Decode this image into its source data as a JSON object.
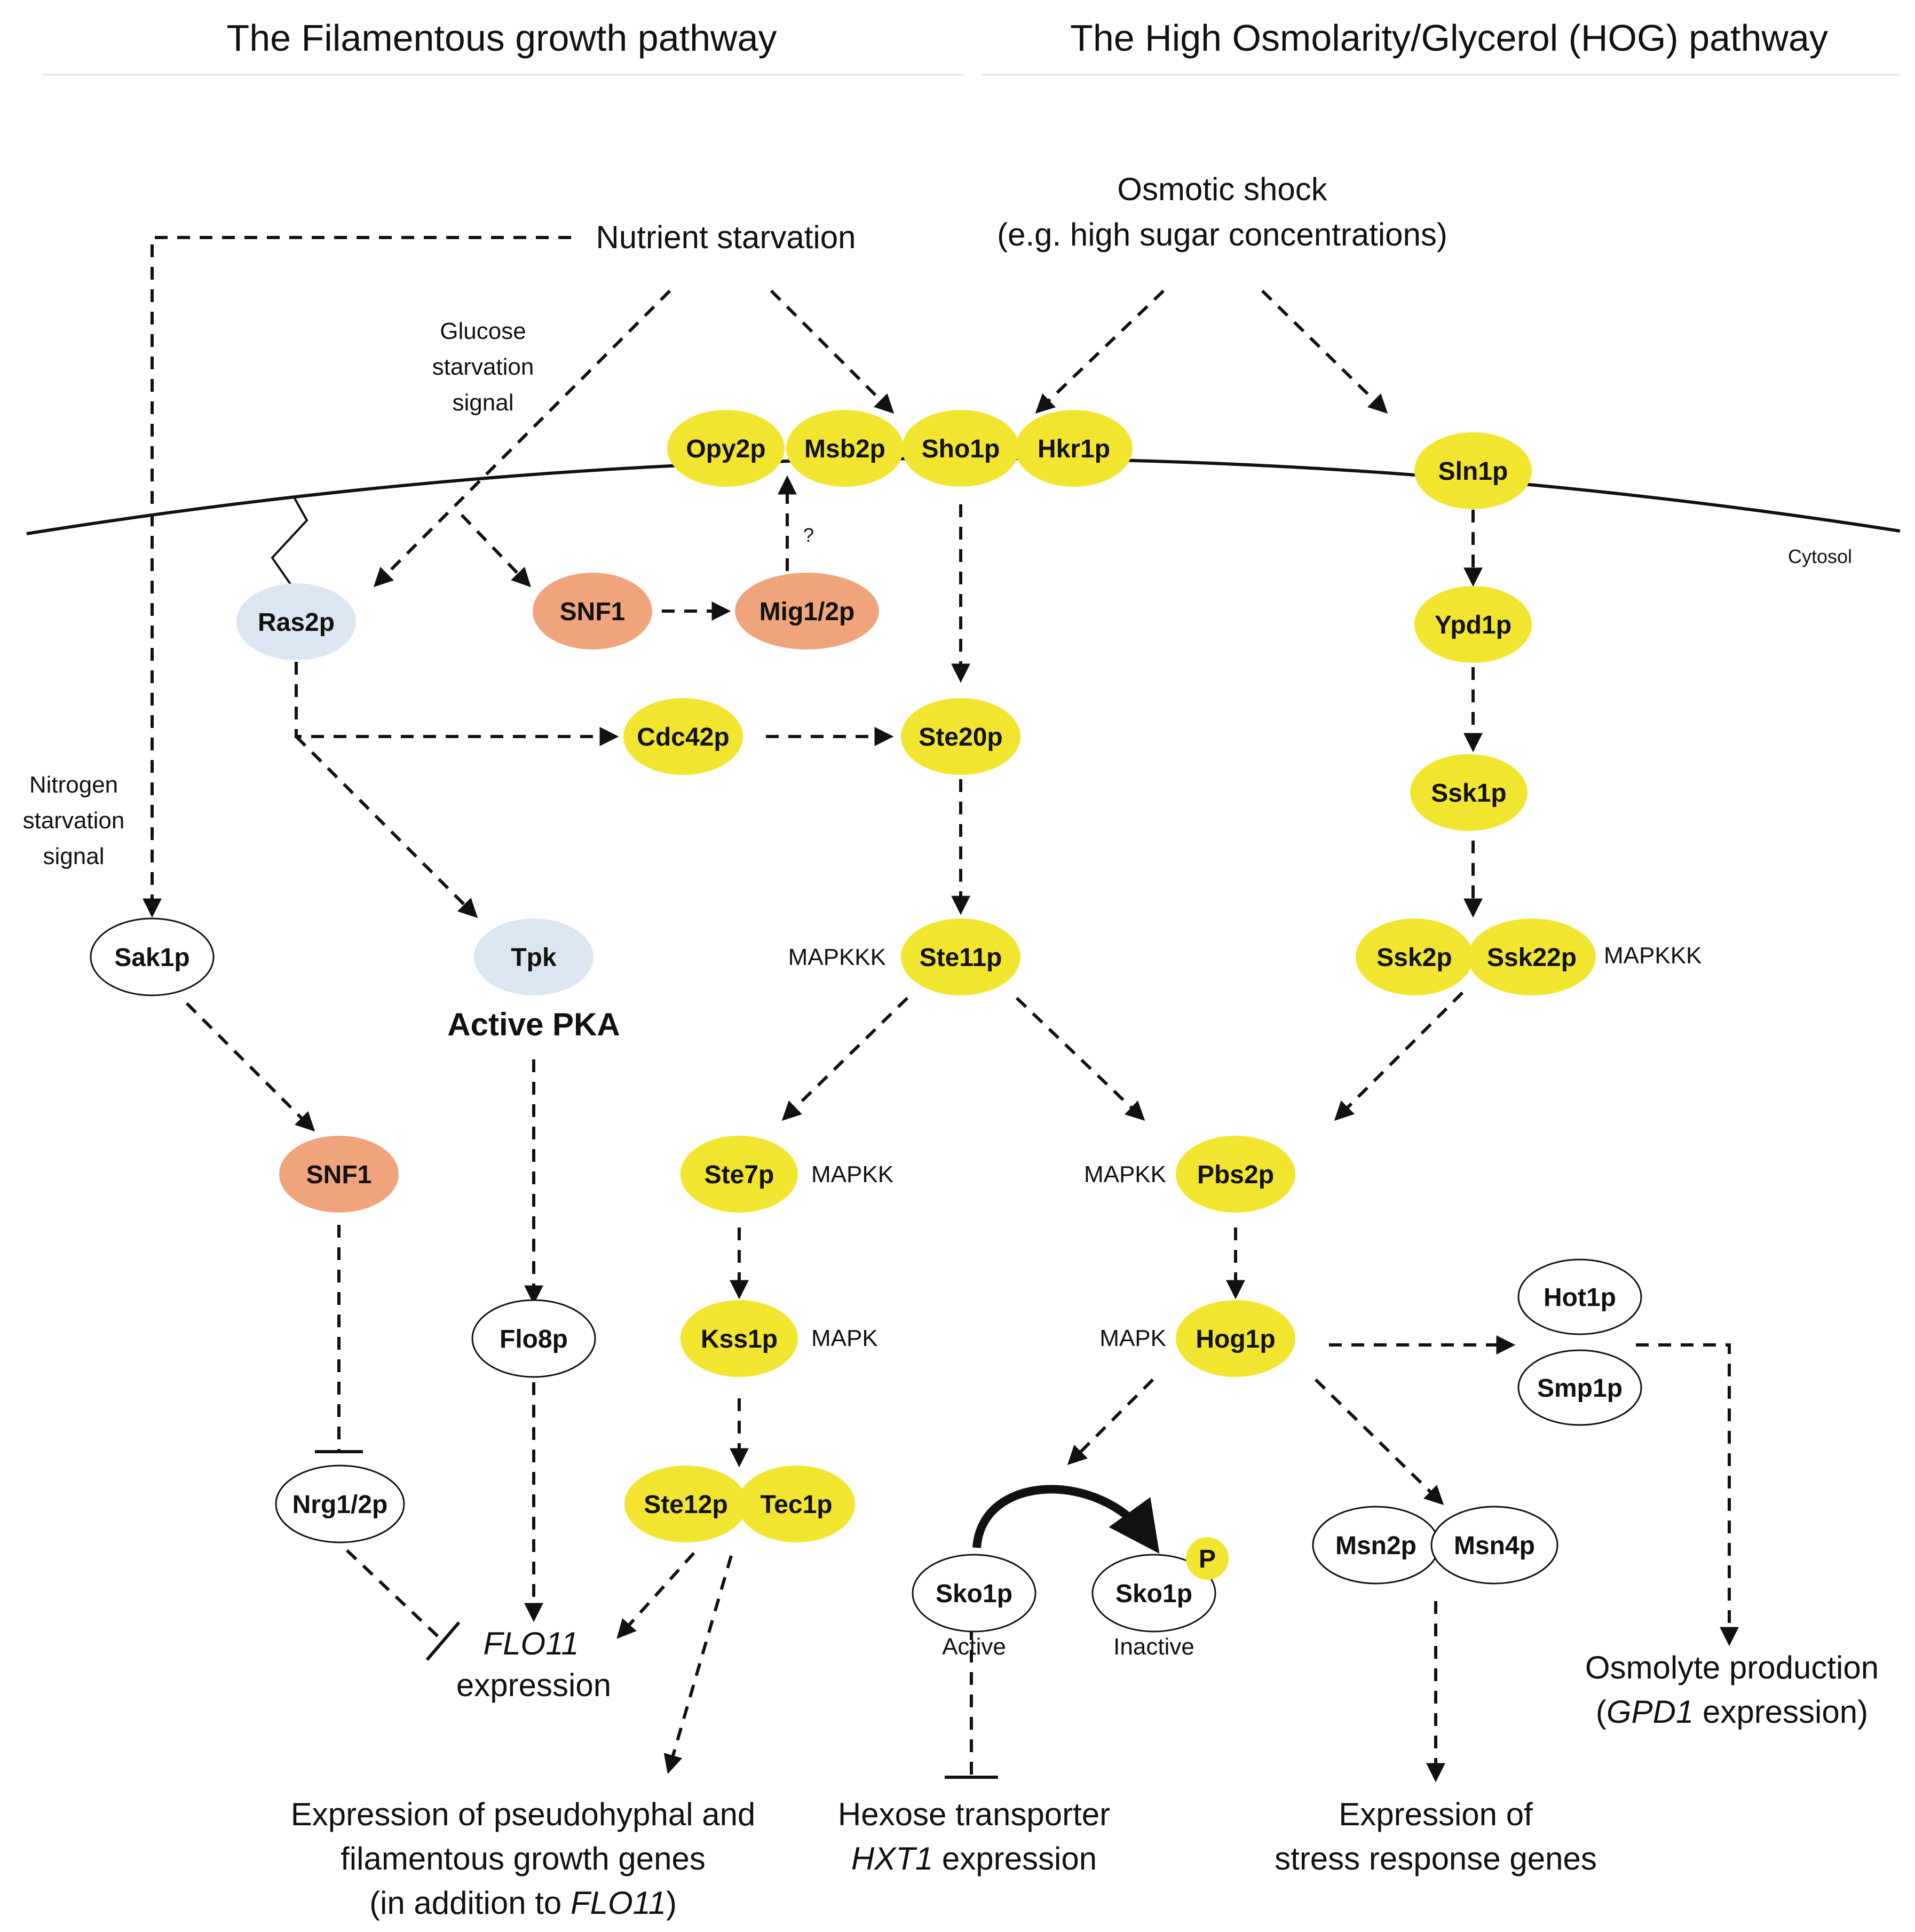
{
  "titles": {
    "left": "The Filamentous growth pathway",
    "right": "The High Osmolarity/Glycerol (HOG) pathway"
  },
  "stimuli": {
    "nutrient": "Nutrient starvation",
    "osmotic_line1": "Osmotic shock",
    "osmotic_line2": "(e.g. high sugar concentrations)",
    "glucose_1": "Glucose",
    "glucose_2": "starvation",
    "glucose_3": "signal",
    "nitrogen_1": "Nitrogen",
    "nitrogen_2": "starvation",
    "nitrogen_3": "signal",
    "cytosol": "Cytosol",
    "question": "?"
  },
  "colors": {
    "yellow": "#f2e530",
    "salmon": "#f0a47c",
    "lightblue": "#dce6f2",
    "white": "#ffffff"
  },
  "proteins": {
    "opy2p": "Opy2p",
    "msb2p": "Msb2p",
    "sho1p": "Sho1p",
    "hkr1p": "Hkr1p",
    "sln1p": "Sln1p",
    "ras2p": "Ras2p",
    "snf1_top": "SNF1",
    "mig12p": "Mig1/2p",
    "ypd1p": "Ypd1p",
    "cdc42p": "Cdc42p",
    "ste20p": "Ste20p",
    "ssk1p": "Ssk1p",
    "sak1p": "Sak1p",
    "tpk": "Tpk",
    "ste11p": "Ste11p",
    "ssk2p": "Ssk2p",
    "ssk22p": "Ssk22p",
    "snf1_bottom": "SNF1",
    "ste7p": "Ste7p",
    "pbs2p": "Pbs2p",
    "flo8p": "Flo8p",
    "kss1p": "Kss1p",
    "hog1p": "Hog1p",
    "hot1p": "Hot1p",
    "smp1p": "Smp1p",
    "nrg12p": "Nrg1/2p",
    "ste12p": "Ste12p",
    "tec1p": "Tec1p",
    "sko1p_active": "Sko1p",
    "sko1p_inactive": "Sko1p",
    "msn2p": "Msn2p",
    "msn4p": "Msn4p",
    "phospho": "P"
  },
  "labels": {
    "active_pka": "Active PKA",
    "mapkkk_left": "MAPKKK",
    "mapkkk_right": "MAPKKK",
    "mapkk_left": "MAPKK",
    "mapkk_right": "MAPKK",
    "mapk_left": "MAPK",
    "mapk_right": "MAPK",
    "active": "Active",
    "inactive": "Inactive"
  },
  "outputs": {
    "flo11": "FLO11",
    "flo11_expression": "expression",
    "pseudo_1": "Expression of pseudohyphal and",
    "pseudo_2": "filamentous growth genes",
    "pseudo_3a": "(in addition to ",
    "pseudo_3b": "FLO11",
    "pseudo_3c": ")",
    "hexose_1": "Hexose transporter",
    "hexose_2a": "HXT1",
    "hexose_2b": " expression",
    "stress_1": "Expression of",
    "stress_2": "stress response genes",
    "osmolyte_1": "Osmolyte production",
    "osmolyte_2a": "(",
    "osmolyte_2b": "GPD1",
    "osmolyte_2c": " expression)"
  }
}
